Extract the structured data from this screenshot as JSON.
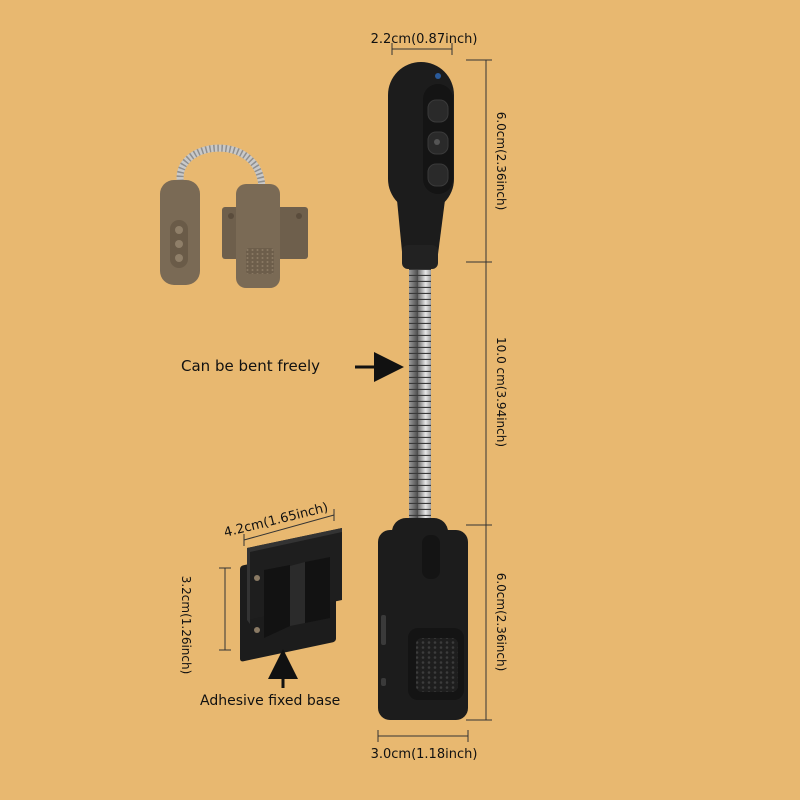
{
  "background_color": "#e8b870",
  "device_color": "#1c1c1c",
  "thumbnail_color": "#7a6a55",
  "dimensions": {
    "top_width": "2.2cm(0.87inch)",
    "head_height": "6.0cm(2.36inch)",
    "neck_height": "10.0 cm(3.94inch)",
    "body_height": "6.0cm(2.36inch)",
    "bottom_width": "3.0cm(1.18inch)",
    "base_width": "4.2cm(1.65inch)",
    "base_height": "3.2cm(1.26inch)"
  },
  "callouts": {
    "bend": "Can be bent freely",
    "base": "Adhesive fixed base"
  }
}
